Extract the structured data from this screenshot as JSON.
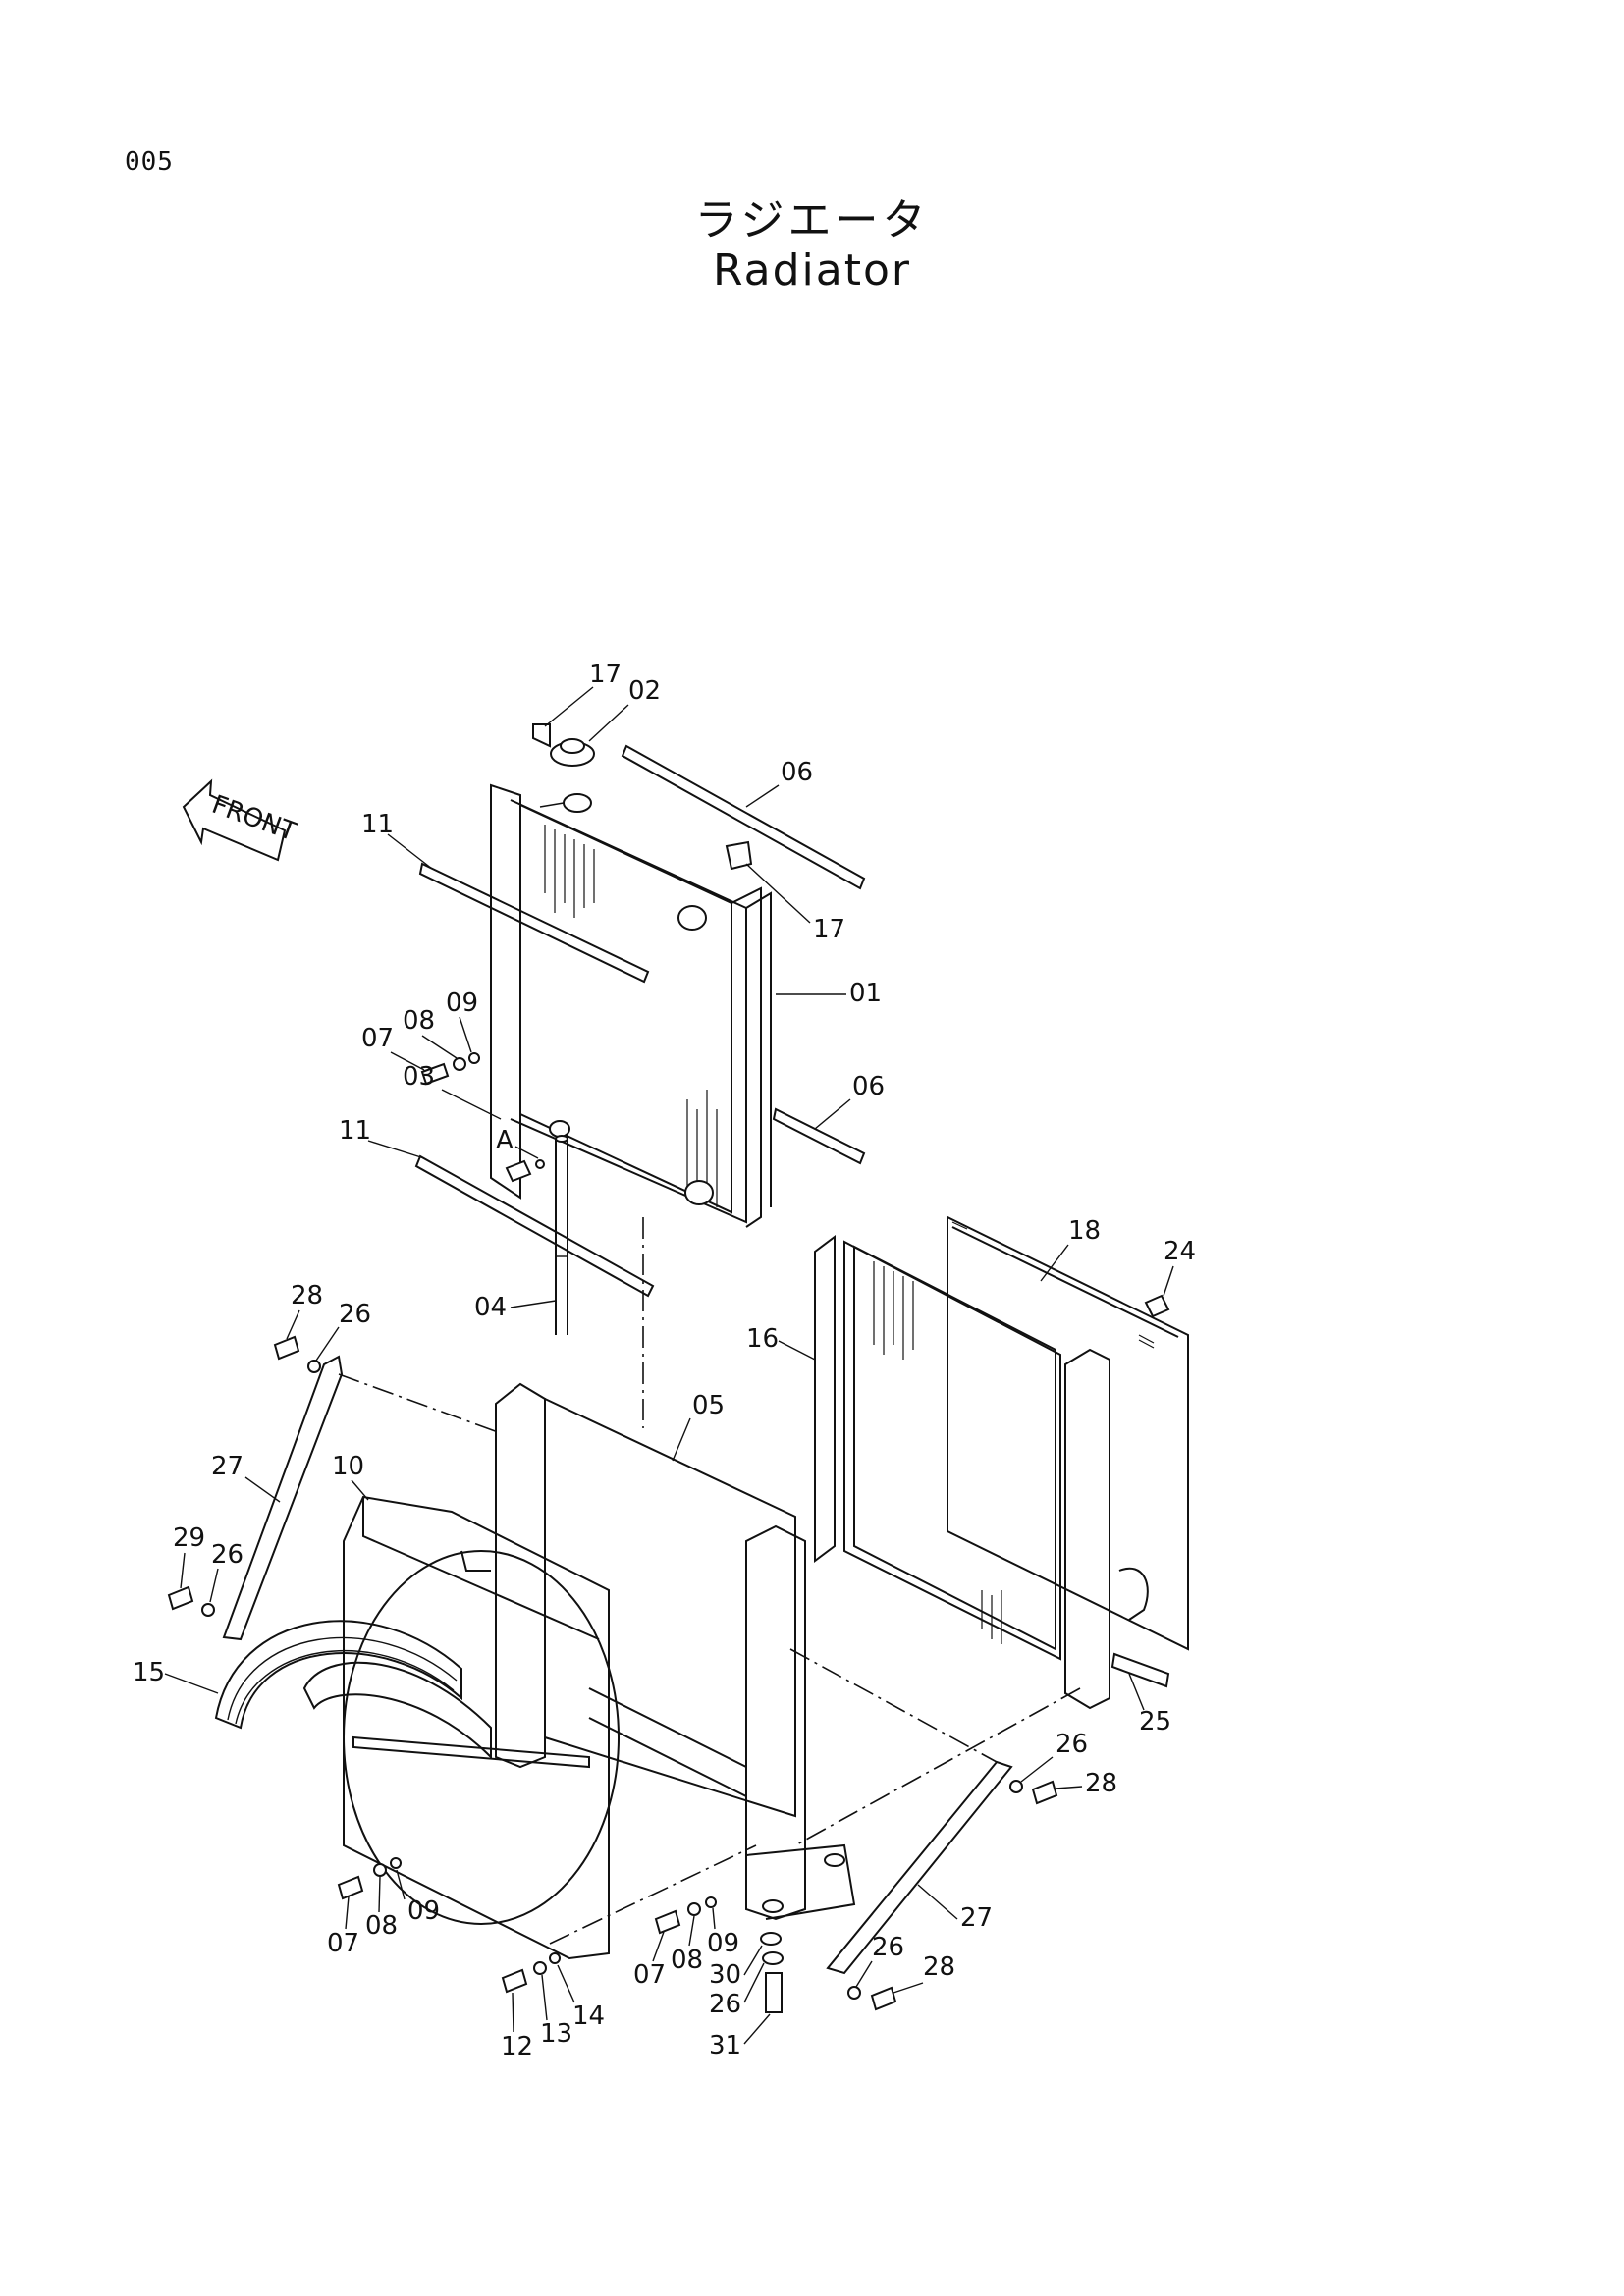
{
  "page_number": "005",
  "title_jp": "ラジエータ",
  "title_en": "Radiator",
  "front_label": "FRONT",
  "callouts": {
    "c17a": "17",
    "c02": "02",
    "c06a": "06",
    "c11a": "11",
    "c17b": "17",
    "c01": "01",
    "c09a": "09",
    "c08a": "08",
    "c07a": "07",
    "c06b": "06",
    "c03": "03",
    "cA": "A",
    "c11b": "11",
    "c18": "18",
    "c24": "24",
    "c04": "04",
    "c16": "16",
    "c28a": "28",
    "c26a": "26",
    "c05": "05",
    "c27a": "27",
    "c10": "10",
    "c29": "29",
    "c26b": "26",
    "c15": "15",
    "c25": "25",
    "c26c": "26",
    "c28b": "28",
    "c07b": "07",
    "c08b": "08",
    "c09b": "09",
    "c27b": "27",
    "c07c": "07",
    "c08c": "08",
    "c09c": "09",
    "c30": "30",
    "c26d": "26",
    "c26e": "26",
    "c28c": "28",
    "c12": "12",
    "c13": "13",
    "c14": "14",
    "c31": "31"
  }
}
